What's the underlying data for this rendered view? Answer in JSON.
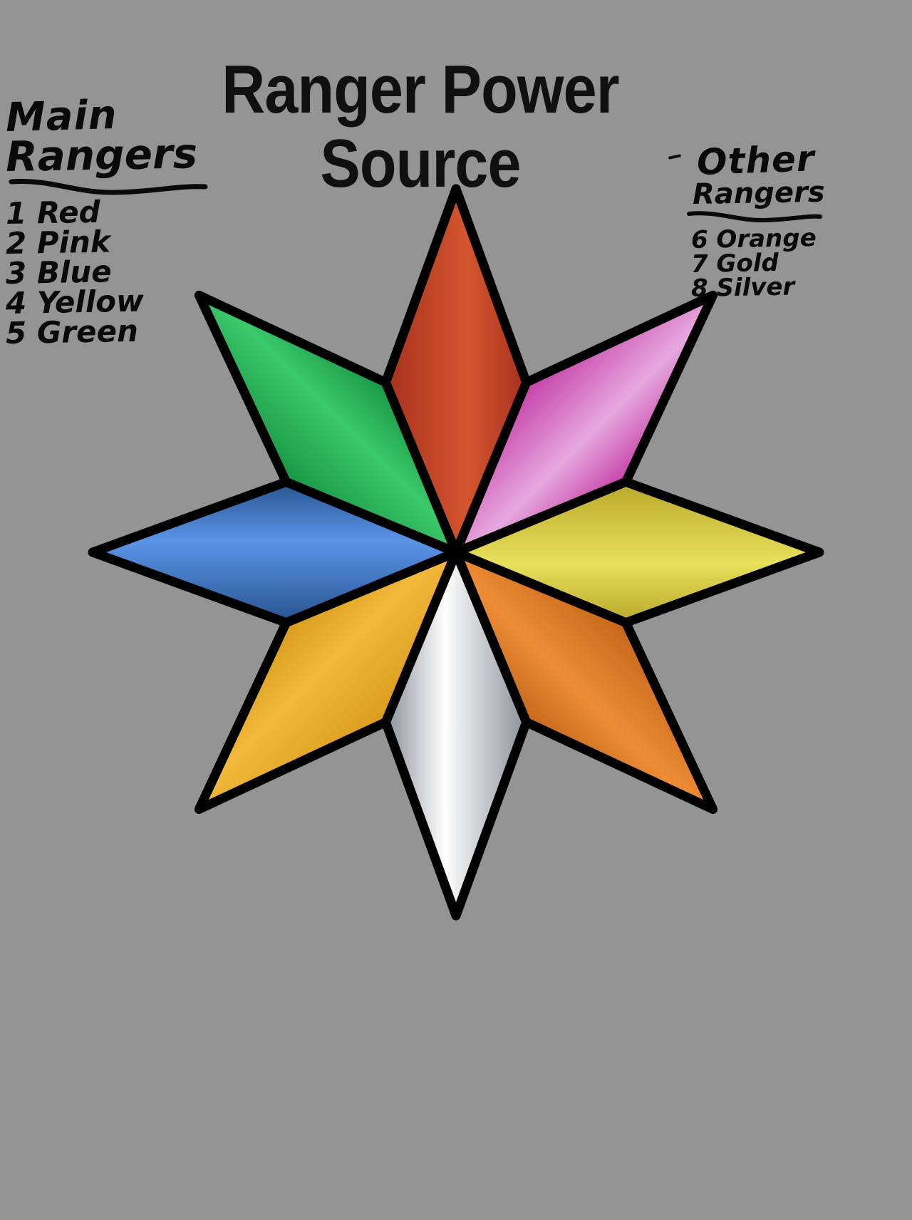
{
  "page": {
    "background_color": "#949494",
    "title_line1": "Ranger Power",
    "title_line2": "Source",
    "title_color": "#101010"
  },
  "legend_left": {
    "heading_line1": "Main",
    "heading_line2": "Rangers",
    "items": [
      "1 Red",
      "2 Pink",
      "3 Blue",
      "4 Yellow",
      "5 Green"
    ]
  },
  "legend_right": {
    "heading_line1": "Other",
    "heading_line2": "Rangers",
    "items": [
      "6 Orange",
      "7 Gold",
      "8 Silver"
    ]
  },
  "chart_data": {
    "type": "pie",
    "title": "Ranger Power Source",
    "legend_position": "left and right",
    "center": [
      640,
      775
    ],
    "outer_radius": 510,
    "inner_radius": 258,
    "slice_count": 8,
    "equal_slices": true,
    "slice_angle_degrees": 45,
    "categories": [
      "Red",
      "Pink",
      "Yellow",
      "Orange",
      "Silver",
      "Gold",
      "Blue",
      "Green"
    ],
    "values": [
      12.5,
      12.5,
      12.5,
      12.5,
      12.5,
      12.5,
      12.5,
      12.5
    ],
    "labels": [
      "1 Red",
      "2 Pink",
      "4 Yellow",
      "6 Orange",
      "8 Silver",
      "7 Gold",
      "3 Blue",
      "5 Green"
    ],
    "colors": [
      "#c0392b",
      "#d757b6",
      "#d9cf3c",
      "#e07a26",
      "#f2f2f2",
      "#e0a020",
      "#3d74c4",
      "#22a04a"
    ],
    "slices": [
      {
        "index": 1,
        "name": "Red",
        "tip_angle_degrees": 90,
        "tip": [
          640,
          262
        ],
        "color_light": "#d4562e",
        "color_dark": "#a8301f",
        "outline": "#000000"
      },
      {
        "index": 2,
        "name": "Pink",
        "tip_angle_degrees": 45,
        "tip": [
          1002,
          414
        ],
        "color_light": "#e7a8de",
        "color_dark": "#c53fa8",
        "outline": "#000000"
      },
      {
        "index": 4,
        "name": "Yellow",
        "tip_angle_degrees": 0,
        "tip": [
          1168,
          790
        ],
        "color_light": "#e8e05a",
        "color_dark": "#b9a82c",
        "outline": "#000000"
      },
      {
        "index": 6,
        "name": "Orange",
        "tip_angle_degrees": -45,
        "tip": [
          1000,
          1082
        ],
        "color_light": "#ef8d36",
        "color_dark": "#c4661a",
        "outline": "#000000"
      },
      {
        "index": 8,
        "name": "Silver",
        "tip_angle_degrees": -90,
        "tip": [
          610,
          1230
        ],
        "color_light": "#ffffff",
        "color_dark": "#8b9098",
        "outline": "#000000"
      },
      {
        "index": 7,
        "name": "Gold",
        "tip_angle_degrees": -135,
        "tip": [
          255,
          1072
        ],
        "color_light": "#f3b93a",
        "color_dark": "#d99b1c",
        "outline": "#000000"
      },
      {
        "index": 3,
        "name": "Blue",
        "tip_angle_degrees": 180,
        "tip": [
          108,
          800
        ],
        "color_light": "#5b94e8",
        "color_dark": "#27548f",
        "outline": "#000000"
      },
      {
        "index": 5,
        "name": "Green",
        "tip_angle_degrees": 135,
        "tip": [
          252,
          390
        ],
        "color_light": "#3bc96a",
        "color_dark": "#189645",
        "outline": "#000000"
      }
    ]
  }
}
